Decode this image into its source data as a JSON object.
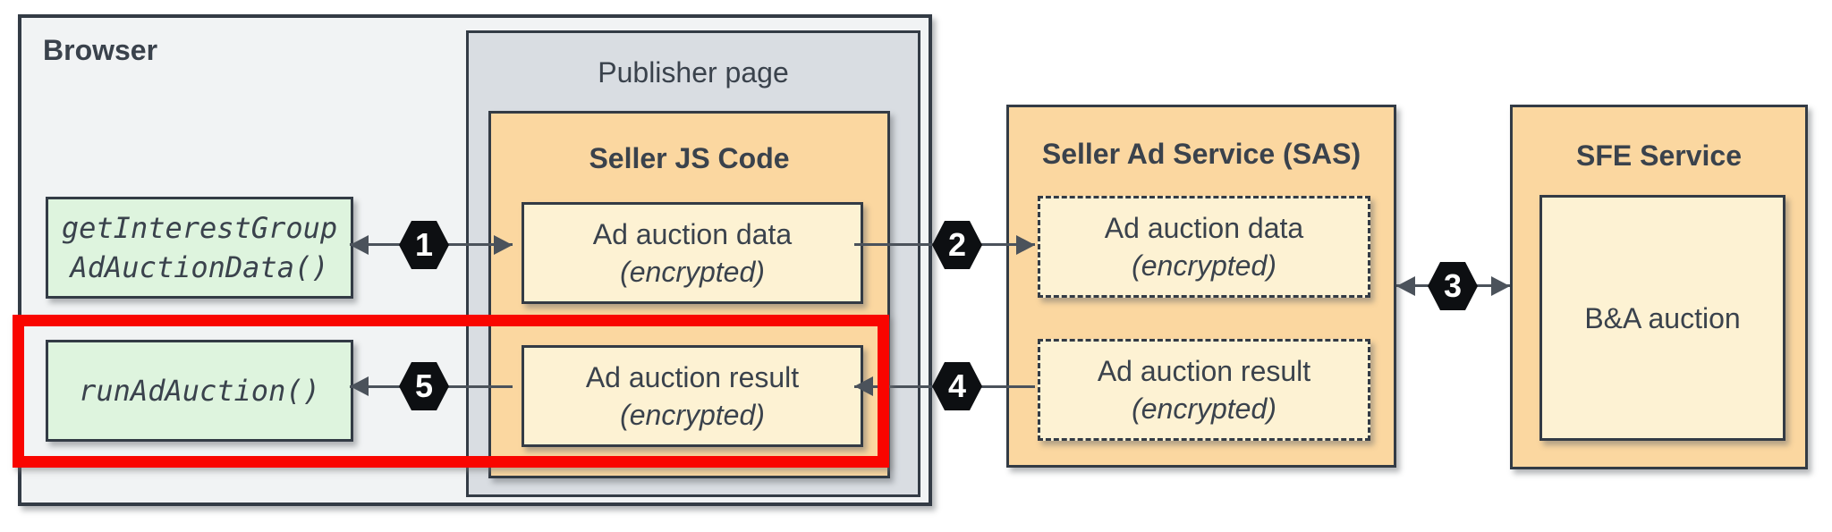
{
  "colors": {
    "ink": "#333b45",
    "text": "#3a424c",
    "browser-fill": "#f1f3f4",
    "publisher-fill": "#d9dde2",
    "orange-fill": "#fbd7a0",
    "cream-fill": "#fdf2d3",
    "green-fill": "#def4de",
    "red-highlight": "#f90500",
    "badge-fill": "#0d0f12",
    "line": "#4b525b"
  },
  "browser": {
    "title": "Browser",
    "api_calls": [
      {
        "lines": [
          "getInterestGroup",
          "AdAuctionData()"
        ]
      },
      {
        "lines": [
          "runAdAuction()"
        ]
      }
    ],
    "publisher": {
      "title": "Publisher page",
      "seller_js": {
        "title": "Seller JS Code",
        "items": [
          {
            "line1": "Ad auction data",
            "line2": "(encrypted)"
          },
          {
            "line1": "Ad auction result",
            "line2": "(encrypted)"
          }
        ]
      }
    }
  },
  "sas": {
    "title": "Seller Ad Service (SAS)",
    "items": [
      {
        "line1": "Ad auction data",
        "line2": "(encrypted)"
      },
      {
        "line1": "Ad auction result",
        "line2": "(encrypted)"
      }
    ]
  },
  "sfe": {
    "title": "SFE Service",
    "auction_box": "B&A auction"
  },
  "steps": [
    {
      "label": "1"
    },
    {
      "label": "2"
    },
    {
      "label": "3"
    },
    {
      "label": "4"
    },
    {
      "label": "5"
    }
  ]
}
